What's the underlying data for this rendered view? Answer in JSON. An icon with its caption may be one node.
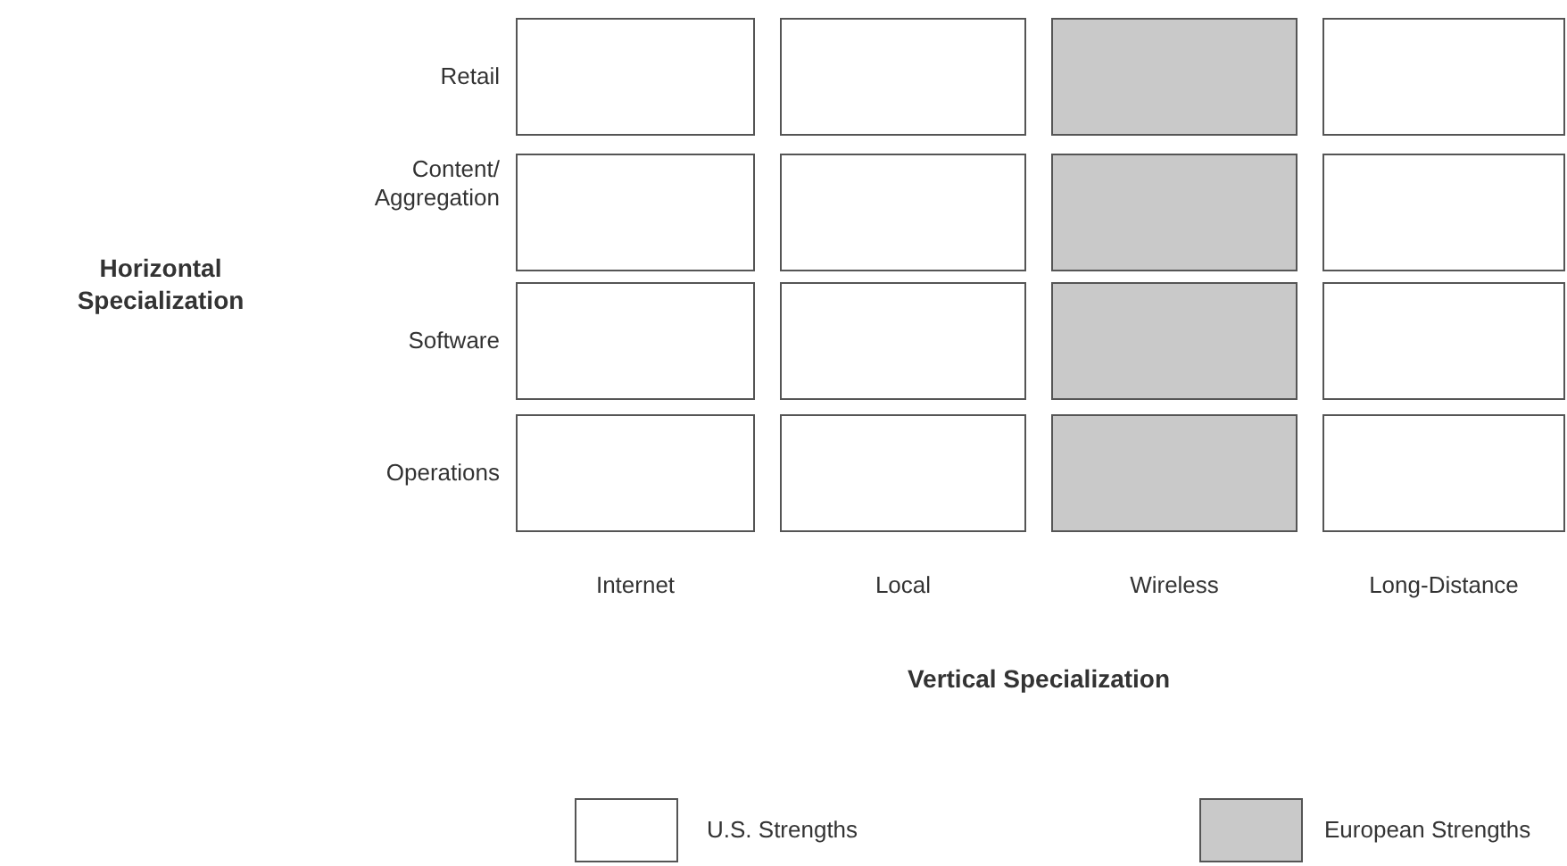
{
  "diagram": {
    "nodes": [
      {
        "text": [],
        "shape": "box"
      },
      {
        "text": [],
        "shape": "box"
      },
      {
        "text": [],
        "shape": "box"
      },
      {
        "text": [],
        "shape": "box"
      },
      {
        "text": [],
        "shape": "box"
      },
      {
        "text": [],
        "shape": "box"
      },
      {
        "text": [],
        "shape": "box"
      },
      {
        "text": [],
        "shape": "box"
      },
      {
        "text": [],
        "shape": "box"
      },
      {
        "text": [],
        "shape": "box"
      },
      {
        "text": [],
        "shape": "box"
      },
      {
        "text": [],
        "shape": "box"
      },
      {
        "text": [],
        "shape": "box"
      },
      {
        "text": [],
        "shape": "box"
      },
      {
        "text": [],
        "shape": "box"
      },
      {
        "text": [],
        "shape": "box"
      }
    ],
    "labels": [
      "Retail",
      "Content/ Aggregation",
      "Horizontal Specialization",
      "Software",
      "Operations",
      "Internet",
      "Local",
      "Wireless",
      "Long-Distance",
      "Vertical Specialization"
    ],
    "legend": [
      {
        "text": "U.S. Strengths",
        "color": "#ffffff"
      },
      {
        "text": "European Strengths",
        "color": "#c9c9c9"
      }
    ]
  }
}
